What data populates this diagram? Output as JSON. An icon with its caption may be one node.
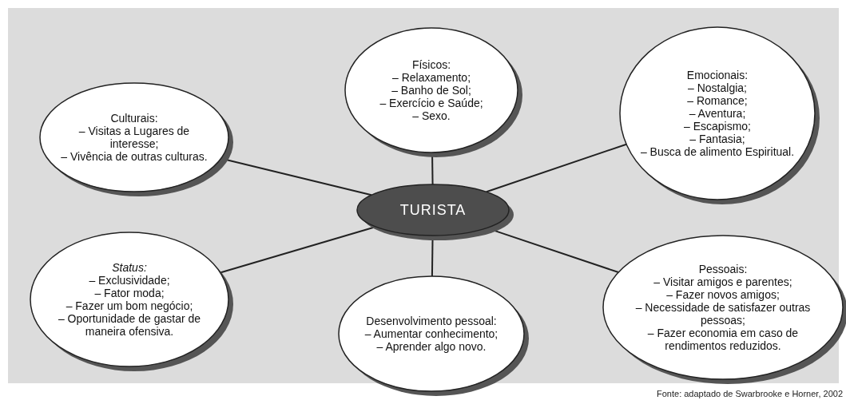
{
  "diagram": {
    "nodes": [
      {
        "text": [
          "TURISTA"
        ]
      },
      {
        "text": [
          "Culturais:",
          "– Visitas a Lugares de interesse;",
          "– Vivência de outras culturas."
        ]
      },
      {
        "text": [
          "Físicos:",
          "– Relaxamento;",
          "– Banho de Sol;",
          "– Exercício e Saúde;",
          "– Sexo."
        ]
      },
      {
        "text": [
          "Emocionais:",
          "– Nostalgia;",
          "– Romance;",
          "– Aventura;",
          "– Escapismo;",
          "– Fantasia;",
          "– Busca de alimento Espiritual."
        ]
      },
      {
        "text": [
          "*Status:*",
          "– Exclusividade;",
          "– Fator moda;",
          "– Fazer um bom negócio;",
          "– Oportunidade de gastar de maneira ofensiva."
        ]
      },
      {
        "text": [
          "Desenvolvimento pessoal:",
          "– Aumentar conhecimento;",
          "– Aprender algo novo."
        ]
      },
      {
        "text": [
          "Pessoais:",
          "– Visitar amigos e parentes;",
          "– Fazer novos amigos;",
          "– Necessidade de satisfazer outras pessoas;",
          "– Fazer economia em caso de rendimentos reduzidos."
        ]
      }
    ],
    "edges": [
      {
        "from": 0,
        "to": 1,
        "arrow": "none"
      },
      {
        "from": 0,
        "to": 2,
        "arrow": "none"
      },
      {
        "from": 0,
        "to": 3,
        "arrow": "none"
      },
      {
        "from": 0,
        "to": 4,
        "arrow": "none"
      },
      {
        "from": 0,
        "to": 5,
        "arrow": "none"
      },
      {
        "from": 0,
        "to": 6,
        "arrow": "none"
      }
    ],
    "labels": [
      "Fonte: adaptado de Swarbrooke e Horner, 2002"
    ]
  }
}
